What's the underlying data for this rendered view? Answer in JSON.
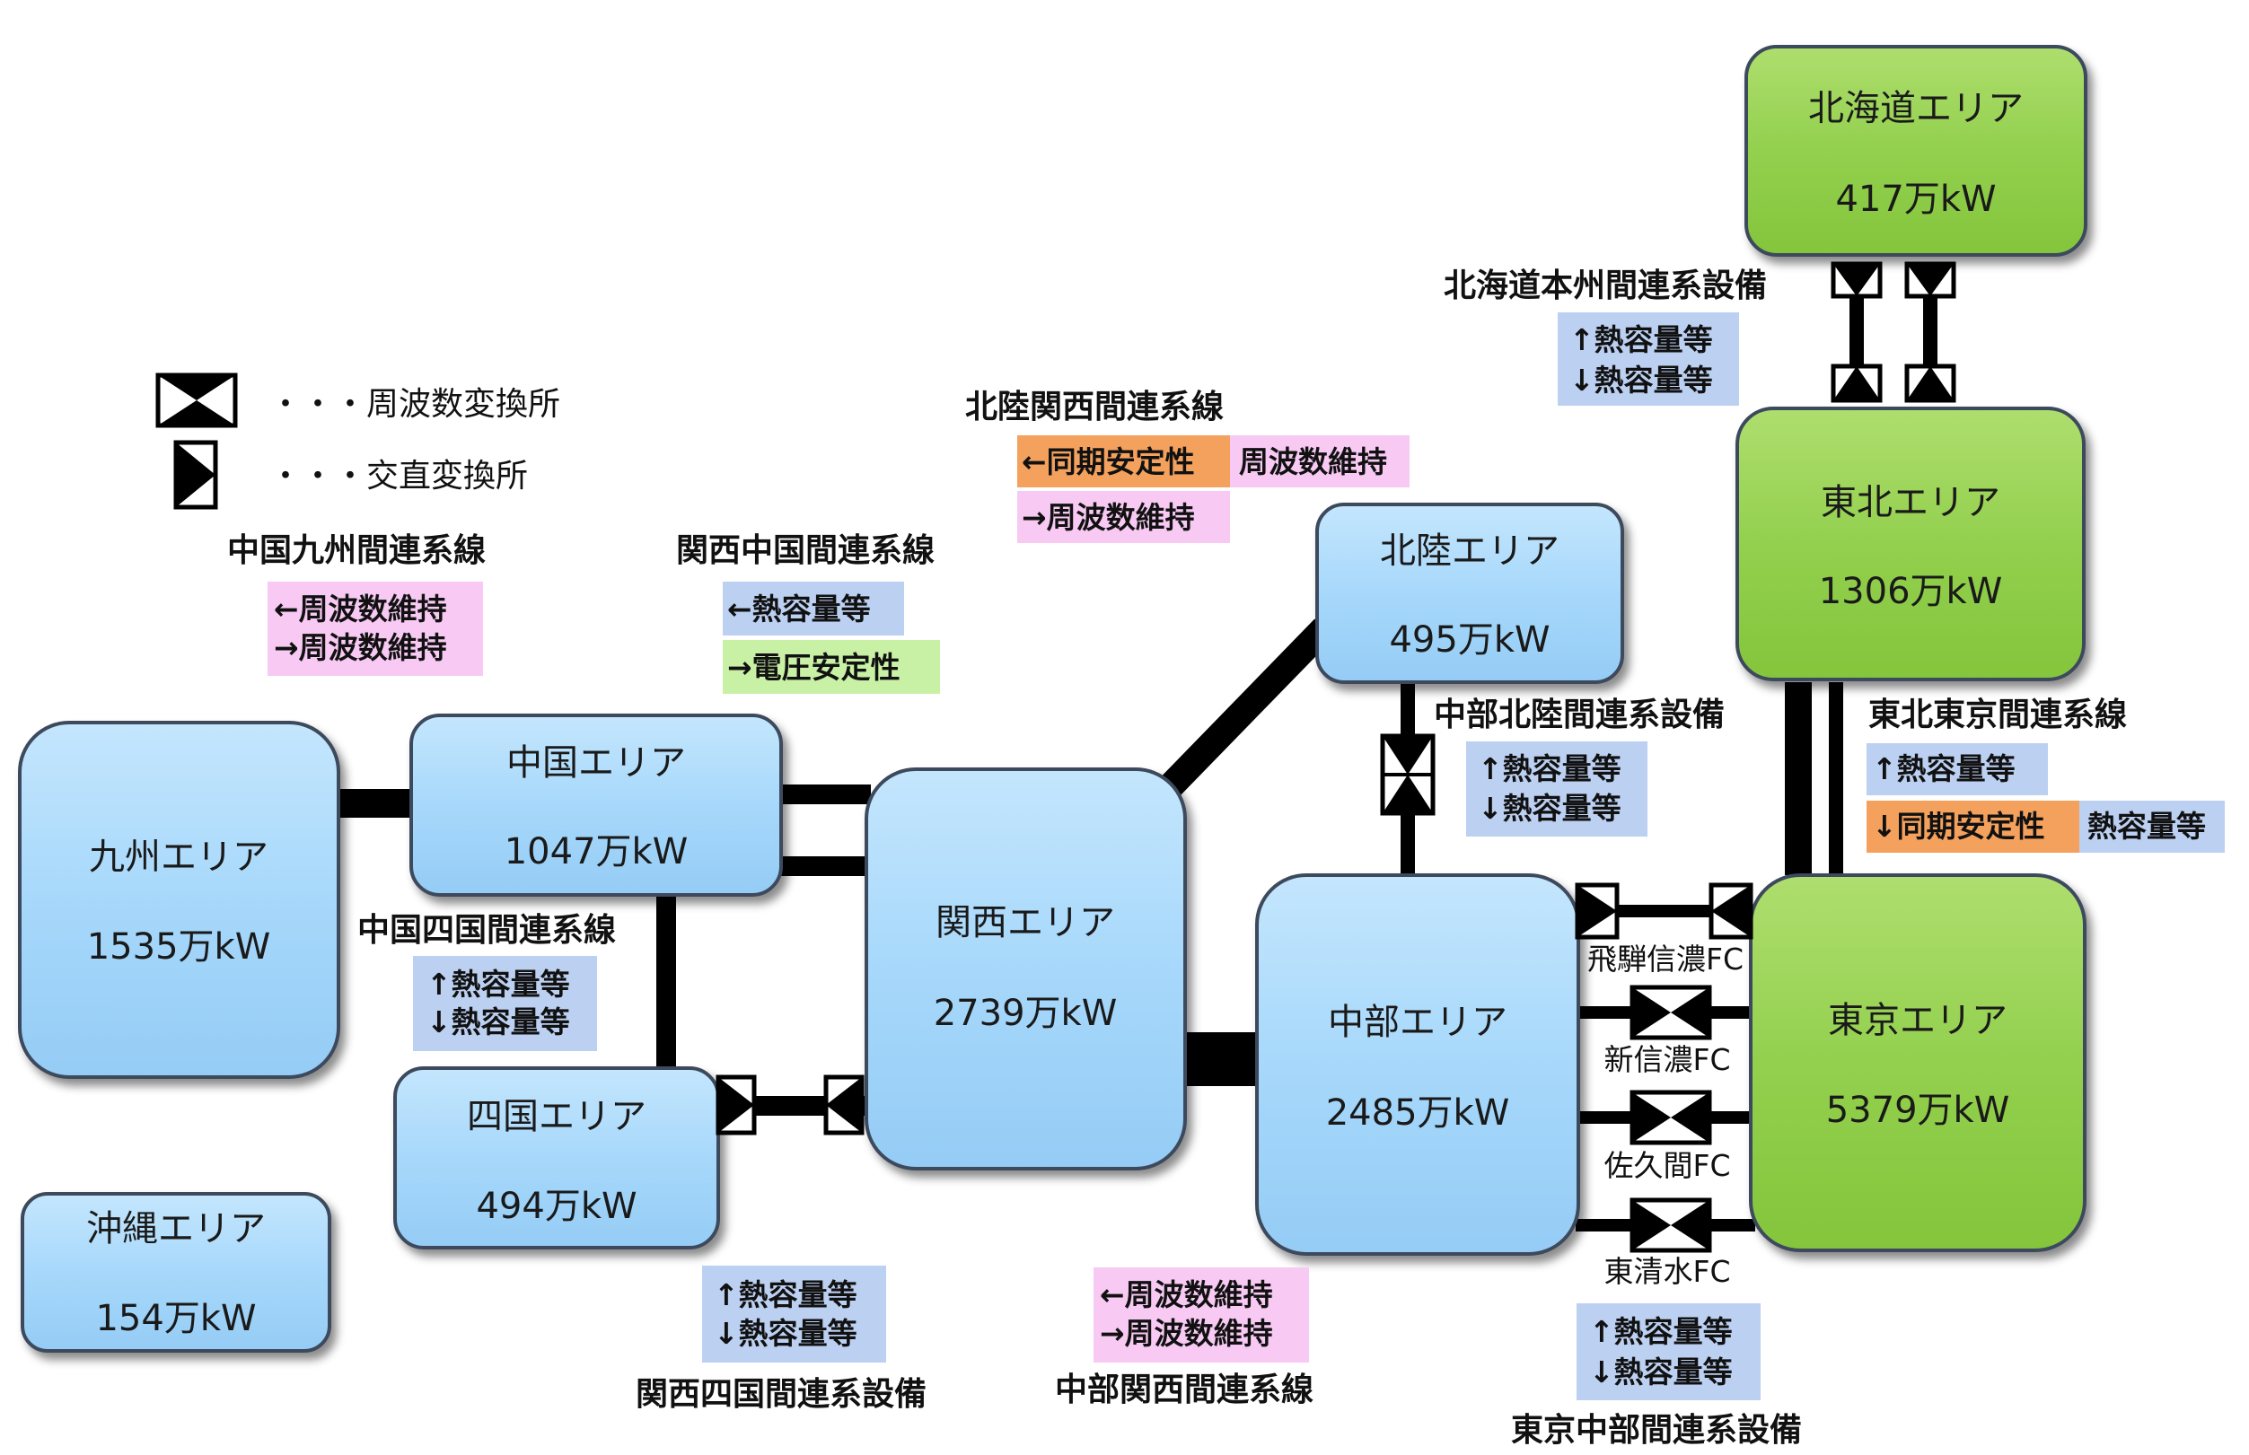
{
  "colors": {
    "blue_area": "#a7d8fb",
    "green_area": "#93d04e",
    "tag_blue": "#bcd0f2",
    "tag_pink": "#f7c9f3",
    "tag_green": "#c9f1a6",
    "tag_orange": "#f4a15d"
  },
  "legend": {
    "fc_label": "・・・周波数変換所",
    "dc_label": "・・・交直変換所"
  },
  "areas": {
    "hokkaido": {
      "name": "北海道エリア",
      "capacity": "417万kW"
    },
    "tohoku": {
      "name": "東北エリア",
      "capacity": "1306万kW"
    },
    "hokuriku": {
      "name": "北陸エリア",
      "capacity": "495万kW"
    },
    "chugoku": {
      "name": "中国エリア",
      "capacity": "1047万kW"
    },
    "kyushu": {
      "name": "九州エリア",
      "capacity": "1535万kW"
    },
    "kansai": {
      "name": "関西エリア",
      "capacity": "2739万kW"
    },
    "chubu": {
      "name": "中部エリア",
      "capacity": "2485万kW"
    },
    "tokyo": {
      "name": "東京エリア",
      "capacity": "5379万kW"
    },
    "shikoku": {
      "name": "四国エリア",
      "capacity": "494万kW"
    },
    "okinawa": {
      "name": "沖縄エリア",
      "capacity": "154万kW"
    }
  },
  "lines": {
    "hokkaido_honshu": {
      "title": "北海道本州間連系設備",
      "tags": [
        "↑熱容量等",
        "↓熱容量等"
      ]
    },
    "hokuriku_kansai": {
      "title": "北陸関西間連系線",
      "tags": [
        "←同期安定性",
        "周波数維持",
        "→周波数維持"
      ]
    },
    "chugoku_kyushu": {
      "title": "中国九州間連系線",
      "tags": [
        "←周波数維持",
        "→周波数維持"
      ]
    },
    "kansai_chugoku": {
      "title": "関西中国間連系線",
      "tags": [
        "←熱容量等",
        "→電圧安定性"
      ]
    },
    "chubu_hokuriku": {
      "title": "中部北陸間連系設備",
      "tags": [
        "↑熱容量等",
        "↓熱容量等"
      ]
    },
    "tohoku_tokyo": {
      "title": "東北東京間連系線",
      "tags": [
        "↑熱容量等",
        "↓同期安定性",
        "熱容量等"
      ]
    },
    "chugoku_shikoku": {
      "title": "中国四国間連系線",
      "tags": [
        "↑熱容量等",
        "↓熱容量等"
      ]
    },
    "kansai_shikoku": {
      "title": "関西四国間連系設備",
      "tags": [
        "↑熱容量等",
        "↓熱容量等"
      ]
    },
    "chubu_kansai": {
      "title": "中部関西間連系線",
      "tags": [
        "←周波数維持",
        "→周波数維持"
      ]
    },
    "tokyo_chubu": {
      "title": "東京中部間連系設備",
      "tags": [
        "↑熱容量等",
        "↓熱容量等"
      ]
    }
  },
  "fc_stations": [
    "飛騨信濃FC",
    "新信濃FC",
    "佐久間FC",
    "東清水FC"
  ]
}
